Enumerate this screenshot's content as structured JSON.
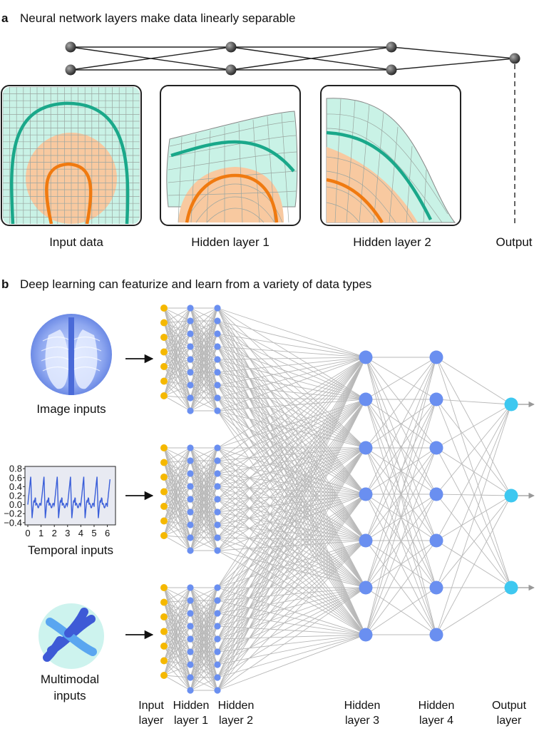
{
  "panel_a": {
    "letter": "a",
    "title": "Neural network layers make data linearly separable",
    "labels": [
      "Input data",
      "Hidden layer 1",
      "Hidden layer 2",
      "Output"
    ]
  },
  "panel_b": {
    "letter": "b",
    "title": "Deep learning can featurize and learn from a variety of data types",
    "inputs": [
      "Image inputs",
      "Temporal inputs",
      "Multimodal inputs"
    ],
    "multimodal_lines": [
      "Multimodal",
      "inputs"
    ],
    "layers": [
      {
        "line1": "Input",
        "line2": "layer"
      },
      {
        "line1": "Hidden",
        "line2": "layer 1"
      },
      {
        "line1": "Hidden",
        "line2": "layer 2"
      },
      {
        "line1": "Hidden",
        "line2": "layer 3"
      },
      {
        "line1": "Hidden",
        "line2": "layer 4"
      },
      {
        "line1": "Output",
        "line2": "layer"
      }
    ],
    "temporal_plot": {
      "y_ticks": [
        "0.8",
        "0.6",
        "0.4",
        "0.2",
        "0.0",
        "−0.2",
        "−0.4"
      ],
      "x_ticks": [
        "0",
        "1",
        "2",
        "3",
        "4",
        "5",
        "6"
      ]
    }
  },
  "colors": {
    "input_node": "#f5b800",
    "hidden_node": "#6a8ff0",
    "output_node": "#3ec8f0",
    "edge": "#b8b8b8",
    "teal_curve": "#1aa88a",
    "orange_curve": "#f07a10",
    "orange_fill": "#f8c9a0",
    "mint_fill": "#c9f2e6"
  }
}
